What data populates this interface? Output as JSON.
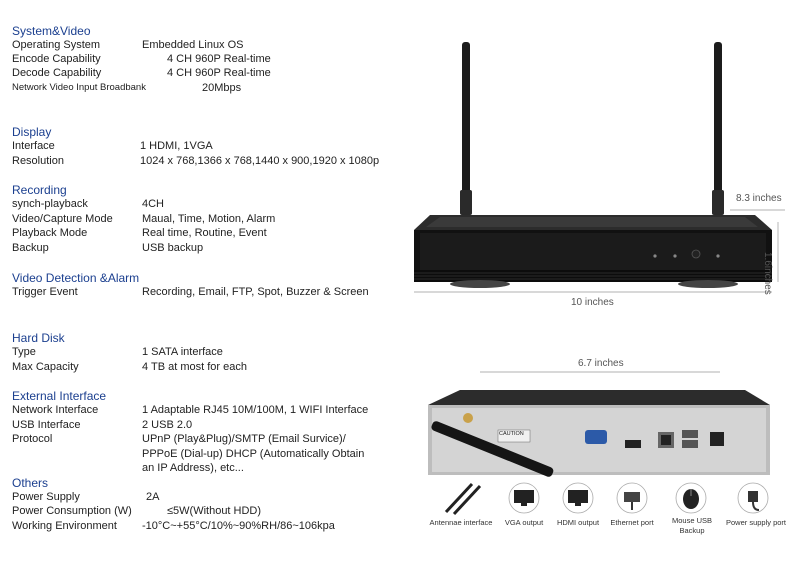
{
  "sections": {
    "system": {
      "title": "System&Video",
      "rows": [
        {
          "k": "Operating System",
          "v": "Embedded Linux OS"
        },
        {
          "k": "Encode Capability",
          "v": "4 CH 960P Real-time"
        },
        {
          "k": "Decode Capability",
          "v": "4 CH 960P Real-time"
        },
        {
          "k": "Network Video Input Broadbank",
          "v": "20Mbps"
        }
      ]
    },
    "display": {
      "title": "Display",
      "rows": [
        {
          "k": "Interface",
          "v": "1 HDMI, 1VGA"
        },
        {
          "k": "Resolution",
          "v": "1024 x 768,1366 x 768,1440 x 900,1920 x 1080p"
        }
      ]
    },
    "recording": {
      "title": "Recording",
      "rows": [
        {
          "k": "synch-playback",
          "v": "4CH"
        },
        {
          "k": "Video/Capture Mode",
          "v": "Maual, Time, Motion, Alarm"
        },
        {
          "k": "Playback Mode",
          "v": "Real time, Routine, Event"
        },
        {
          "k": "Backup",
          "v": "USB backup"
        }
      ]
    },
    "alarm": {
      "title": "Video Detection &Alarm",
      "rows": [
        {
          "k": "Trigger Event",
          "v": "Recording,  Email, FTP,  Spot, Buzzer & Screen"
        }
      ]
    },
    "harddisk": {
      "title": "Hard Disk",
      "rows": [
        {
          "k": "Type",
          "v": "1 SATA interface"
        },
        {
          "k": "Max Capacity",
          "v": "4 TB at most for each"
        }
      ]
    },
    "external": {
      "title": "External Interface",
      "rows": [
        {
          "k": "Network Interface",
          "v": "1 Adaptable RJ45 10M/100M, 1 WIFI Interface"
        },
        {
          "k": "USB Interface",
          "v": "2 USB 2.0"
        },
        {
          "k": "Protocol",
          "v": "UPnP (Play&Plug)/SMTP (Email Survice)/"
        },
        {
          "k": "",
          "v": "PPPoE (Dial-up) DHCP (Automatically Obtain"
        },
        {
          "k": "",
          "v": "an IP Address), etc..."
        }
      ]
    },
    "others": {
      "title": "Others",
      "rows": [
        {
          "k": "Power Supply",
          "v": "2A"
        },
        {
          "k": "Power Consumption (W)",
          "v": "≤5W(Without HDD)"
        },
        {
          "k": "Working Environment",
          "v": "-10°C~+55°C/10%~90%RH/86~106kpa"
        }
      ]
    }
  },
  "dimensions": {
    "depth": "8.3 inches",
    "height": "1.6inches",
    "width": "10 inches",
    "back_width": "6.7 inches"
  },
  "panel_text": {
    "caution": "CAUTION"
  },
  "ports": [
    {
      "icon": "antenna-icon",
      "label": "Antennae interface"
    },
    {
      "icon": "monitor-icon",
      "label": "VGA output"
    },
    {
      "icon": "monitor-icon",
      "label": "HDMI output"
    },
    {
      "icon": "ethernet-icon",
      "label": "Ethernet port"
    },
    {
      "icon": "mouse-icon",
      "label": "Mouse USB"
    },
    {
      "icon": "power-plug-icon",
      "label": "Power supply port"
    }
  ],
  "ports_extra": {
    "mouse_sub": "Backup"
  },
  "colors": {
    "section_title": "#1b3f8f",
    "device": "#1a1a1a"
  }
}
